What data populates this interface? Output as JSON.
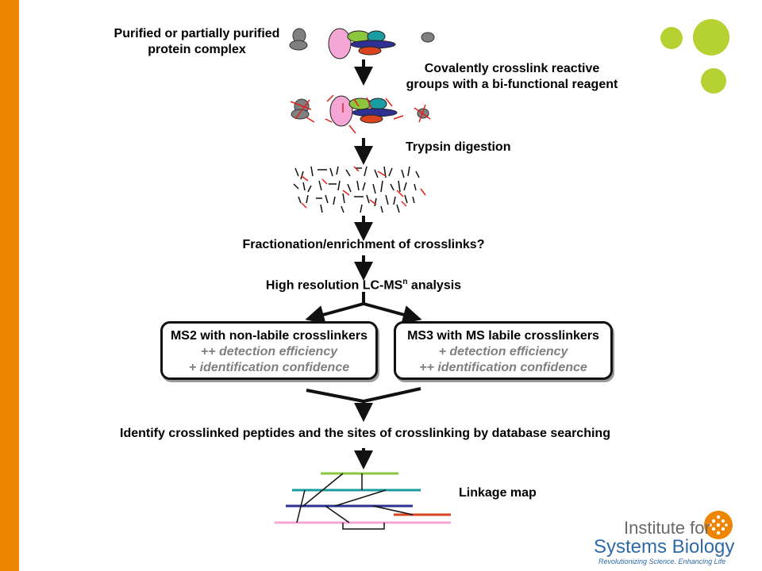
{
  "steps": {
    "input_line1": "Purified or partially purified",
    "input_line2": "protein complex",
    "crosslink_line1": "Covalently crosslink reactive",
    "crosslink_line2": "groups with a bi-functional reagent",
    "digestion": "Trypsin digestion",
    "fractionation": "Fractionation/enrichment of crosslinks?",
    "lcms_prefix": "High resolution LC-MS",
    "lcms_sup": "n",
    "lcms_suffix": " analysis",
    "identify": "Identify crosslinked peptides and the sites of crosslinking by database searching",
    "linkage": "Linkage map"
  },
  "boxes": {
    "ms2": {
      "title": "MS2 with non-labile crosslinkers",
      "line1": "++ detection efficiency",
      "line2": "+ identification confidence"
    },
    "ms3": {
      "title": "MS3 with MS labile crosslinkers",
      "line1": "+ detection efficiency",
      "line2": "++ identification confidence"
    }
  },
  "logo": {
    "line1": "Institute for",
    "line2": "Systems Biology",
    "tagline": "Revolutionizing Science. Enhancing Life"
  },
  "colors": {
    "accent_orange": "#ee8500",
    "dot_green": "#b6d232",
    "protein_pink": "#f4a6d4",
    "protein_green": "#8cc63f",
    "protein_teal": "#1a9ca0",
    "protein_navy": "#2e3192",
    "protein_red": "#d9441c",
    "protein_gray": "#808080",
    "crosslink_red": "#e0201b",
    "logo_blue": "#2e6aa6"
  }
}
